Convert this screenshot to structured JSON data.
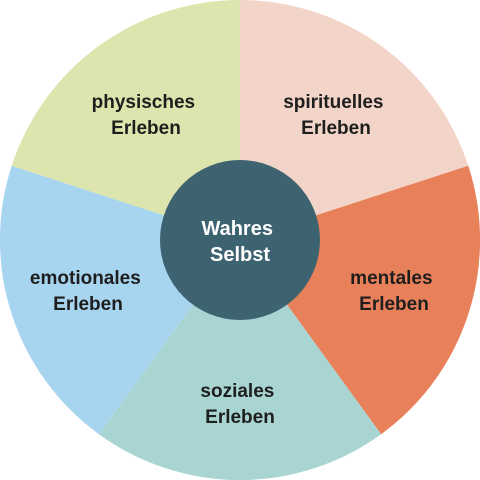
{
  "center": {
    "line1": "Wahres",
    "line2": "Selbst",
    "color": "#3d6270"
  },
  "segments": [
    {
      "id": "spirituelles",
      "line1": "spirituelles",
      "line2": "Erleben",
      "color": "#f2d5c8"
    },
    {
      "id": "mentales",
      "line1": "mentales",
      "line2": "Erleben",
      "color": "#e8805a"
    },
    {
      "id": "soziales",
      "line1": "soziales",
      "line2": "Erleben",
      "color": "#a8d5d2"
    },
    {
      "id": "emotionales",
      "line1": "emotionales",
      "line2": "Erleben",
      "color": "#a7d4ee"
    },
    {
      "id": "physisches",
      "line1": "physisches",
      "line2": "Erleben",
      "color": "#dce5ad"
    }
  ]
}
